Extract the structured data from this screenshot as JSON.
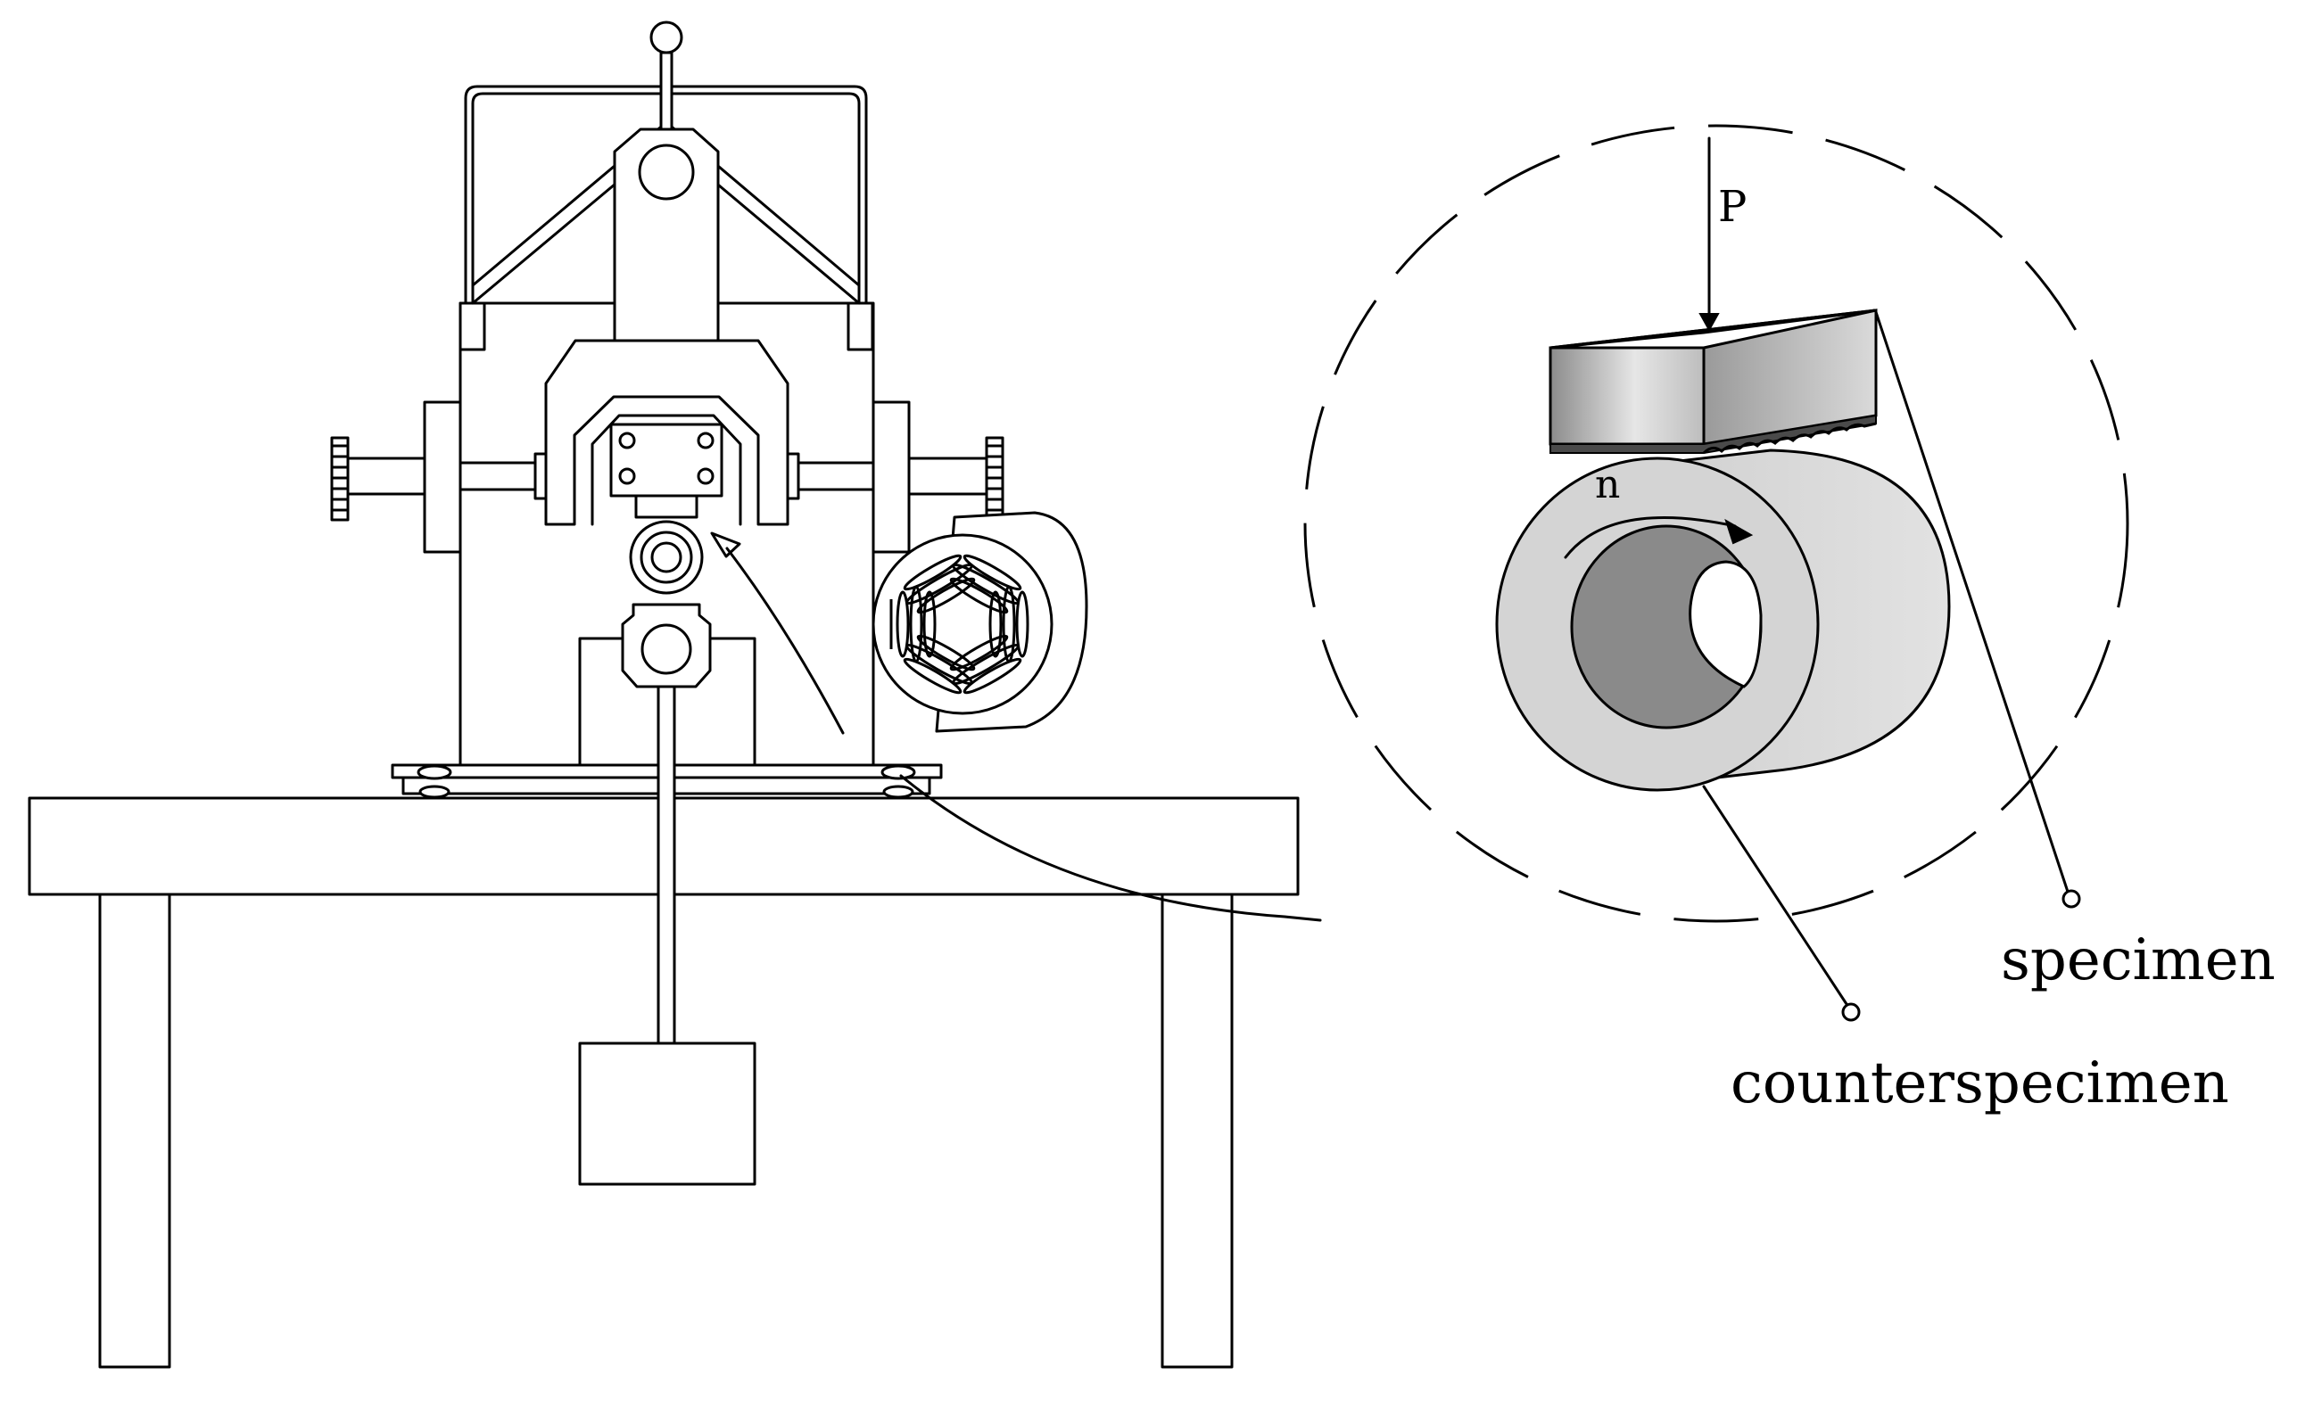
{
  "labels": {
    "load": "P",
    "rotation": "n",
    "specimen": "specimen",
    "counterspecimen": "counterspecimen"
  },
  "colors": {
    "line": "#000000",
    "background": "#ffffff",
    "block_light": "#e6e6e6",
    "block_dark": "#8c8c8c",
    "ring_face": "#d4d4d4",
    "ring_bore": "#8a8a8a"
  }
}
